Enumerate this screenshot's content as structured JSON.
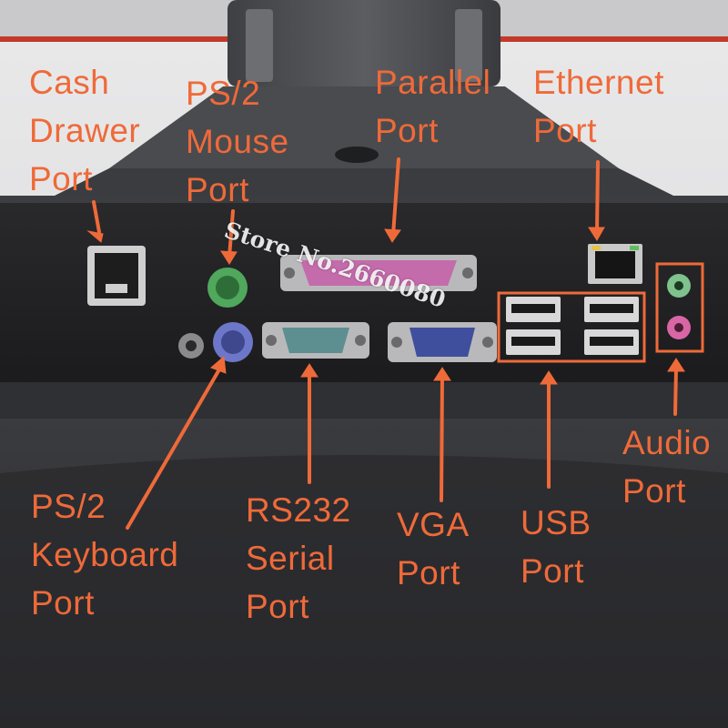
{
  "photo": {
    "watermark": "Store No.2660080",
    "accent_color": "#ef6a39",
    "port_colors": {
      "ps2_mouse": "#4fa85c",
      "ps2_keyboard": "#6c77c9",
      "parallel": "#c46bab",
      "serial": "#5d8f90",
      "vga": "#3f4f9e",
      "audio_out": "#7fc28e",
      "audio_in": "#d966a4"
    }
  },
  "labels": {
    "cash_drawer": "Cash\nDrawer\nPort",
    "ps2_mouse": "PS/2\nMouse\nPort",
    "parallel": "Parallel\nPort",
    "ethernet": "Ethernet\nPort",
    "ps2_keyboard": "PS/2\nKeyboard\nPort",
    "rs232": "RS232\nSerial\nPort",
    "vga": "VGA\nPort",
    "usb": "USB\nPort",
    "audio": "Audio\nPort"
  }
}
